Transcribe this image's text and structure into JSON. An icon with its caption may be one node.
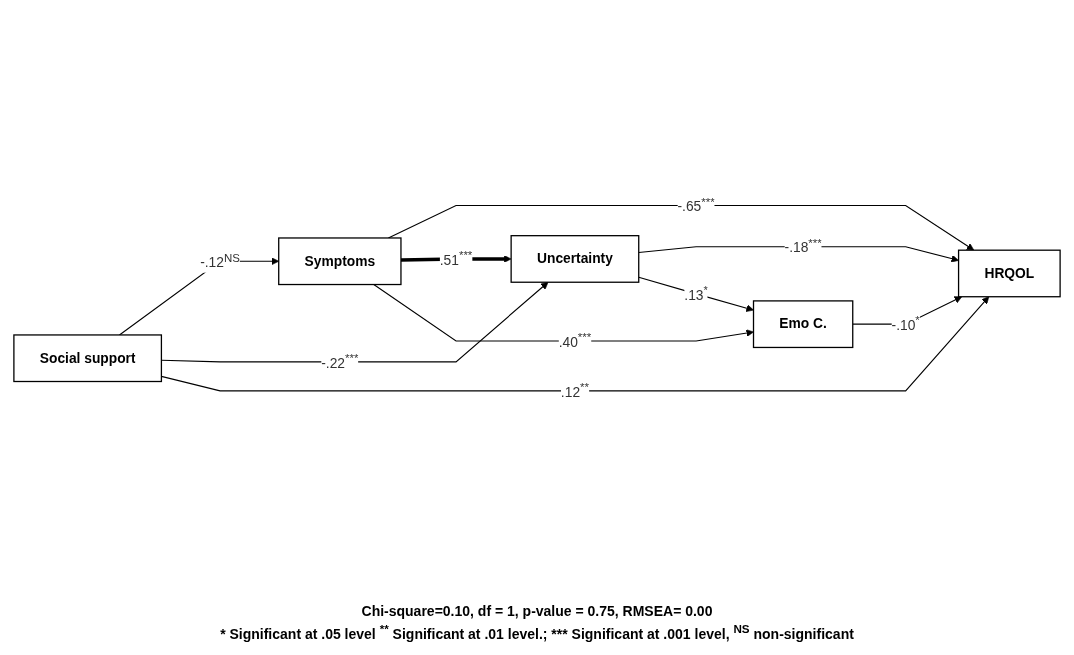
{
  "diagram": {
    "nodes": [
      {
        "text": [
          "Symptoms"
        ]
      },
      {
        "text": [
          "Uncertainty"
        ]
      },
      {
        "text": [
          "Emo C."
        ]
      },
      {
        "text": [
          "HRQOL"
        ]
      },
      {
        "text": [
          "Social support"
        ]
      }
    ],
    "edges": [
      {
        "from": 0,
        "to": 3,
        "arrow": "to",
        "label": "-.65$^{***}$"
      },
      {
        "from": 0,
        "to": 1,
        "arrow": "to",
        "label": ".51$^{***}$",
        "style": "thick"
      },
      {
        "from": 0,
        "to": 2,
        "arrow": "to",
        "label": ".40$^{***}$"
      },
      {
        "from": 4,
        "to": 0,
        "arrow": "to",
        "label": "-.12$^{NS}$"
      },
      {
        "from": 1,
        "to": 3,
        "arrow": "to",
        "label": "-.18$^{***}$"
      },
      {
        "from": 1,
        "to": 2,
        "arrow": "to",
        "label": ".13$^{*}$"
      },
      {
        "from": 2,
        "to": 3,
        "arrow": "to",
        "label": "-.10$^{*}$"
      },
      {
        "from": 4,
        "to": 1,
        "arrow": "to",
        "label": "-.22$^{***}$"
      },
      {
        "from": 4,
        "to": 3,
        "arrow": "to",
        "label": ".12$^{**}$"
      }
    ],
    "labels": [
      "Chi-square=0.10, df = 1, p-value = 0.75, RMSEA= 0.00",
      "* Significant at .05 level $^{**}$ Significant at .01 level.; *** Significant at .001 level, $^{NS}$ non-significant"
    ]
  }
}
